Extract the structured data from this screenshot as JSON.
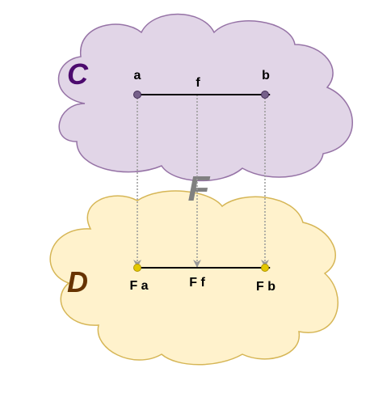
{
  "colors": {
    "cloud_c_fill": "#e1d5e7",
    "cloud_c_stroke": "#9673a6",
    "cloud_d_fill": "#fff2cc",
    "cloud_d_stroke": "#d6b656",
    "label_c": "#4c0a6e",
    "label_d": "#663300",
    "label_functor": "#808080",
    "point_c": "#76608a",
    "point_d": "#e3c800",
    "mapping_line": "#999999"
  },
  "category_c": {
    "label": "C",
    "object_a": "a",
    "object_b": "b",
    "morphism": "f"
  },
  "category_d": {
    "label": "D",
    "object_fa": "F a",
    "object_fb": "F b",
    "morphism": "F f"
  },
  "functor": {
    "label": "F"
  }
}
